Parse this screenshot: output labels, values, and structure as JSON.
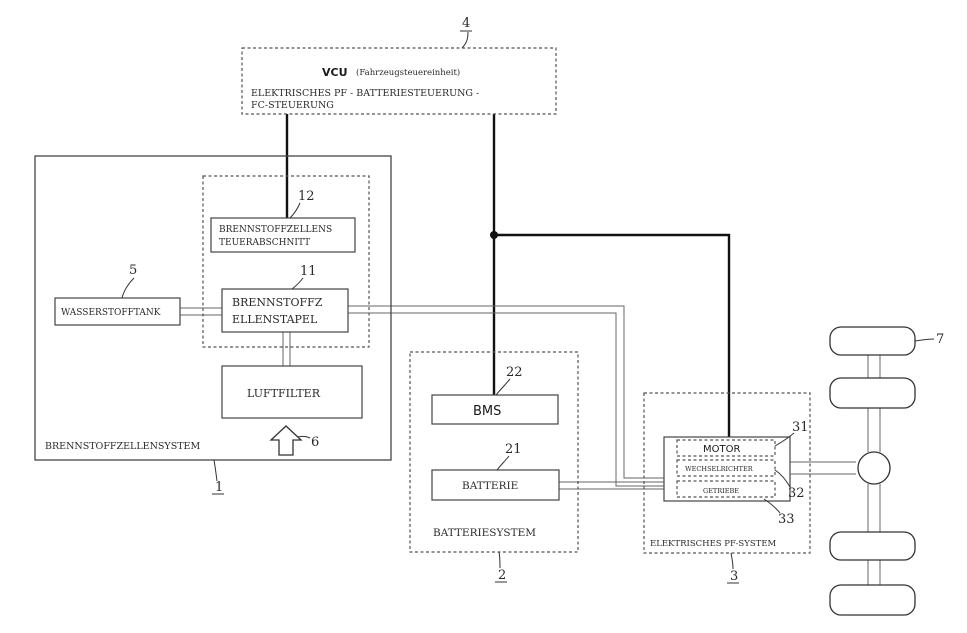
{
  "vcu": {
    "ref": "4",
    "title": "VCU",
    "title_sub": "(Fahrzeugsteuereinheit)",
    "line1": "ELEKTRISCHES PF - BATTERIESTEUERUNG -",
    "line2": "FC-STEUERUNG"
  },
  "fuel_cell_system": {
    "ref": "1",
    "label": "BRENNSTOFFZELLENSYSTEM",
    "control_unit": {
      "ref": "12",
      "line1": "BRENNSTOFFZELLENS",
      "line2": "TEUERABSCHNITT"
    },
    "stack": {
      "ref": "11",
      "line1": "BRENNSTOFFZ",
      "line2": "ELLENSTAPEL"
    },
    "hydrogen_tank": {
      "ref": "5",
      "label": "WASSERSTOFFTANK"
    },
    "air_filter": {
      "label": "LUFTFILTER"
    },
    "air_inlet": {
      "ref": "6"
    }
  },
  "battery_system": {
    "ref": "2",
    "label": "BATTERIESYSTEM",
    "bms": {
      "ref": "22",
      "label": "BMS"
    },
    "battery": {
      "ref": "21",
      "label": "BATTERIE"
    }
  },
  "powertrain": {
    "ref": "3",
    "label": "ELEKTRISCHES PF-SYSTEM",
    "motor": {
      "ref": "31",
      "label": "MOTOR"
    },
    "inverter": {
      "ref": "32",
      "label": "WECHSELRICHTER"
    },
    "gearbox": {
      "ref": "33",
      "label": "GETRIEBE"
    }
  },
  "wheels": {
    "ref": "7"
  }
}
